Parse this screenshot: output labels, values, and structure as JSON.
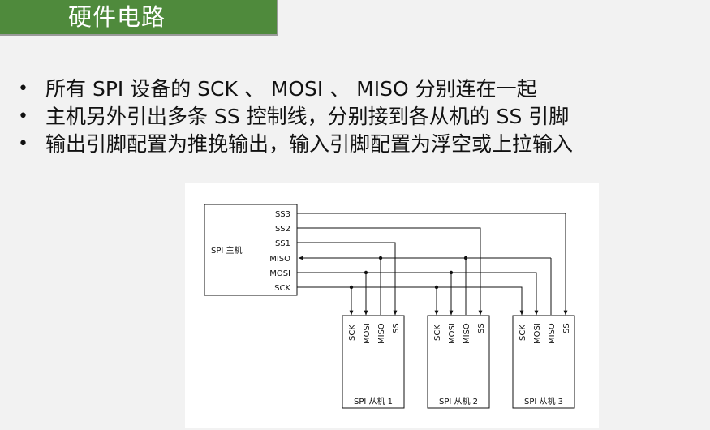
{
  "header": {
    "title": "硬件电路"
  },
  "bullets": [
    "所有 SPI 设备的 SCK 、 MOSI 、 MISO 分别连在一起",
    "主机另外引出多条 SS 控制线，分别接到各从机的 SS 引脚",
    "输出引脚配置为推挽输出，输入引脚配置为浮空或上拉输入"
  ],
  "diagram": {
    "master": {
      "label": "SPI 主机",
      "pins": [
        "SS3",
        "SS2",
        "SS1",
        "MISO",
        "MOSI",
        "SCK"
      ]
    },
    "slaves": [
      {
        "label": "SPI 从机 1",
        "pins": [
          "SCK",
          "MOSI",
          "MISO",
          "SS"
        ]
      },
      {
        "label": "SPI 从机 2",
        "pins": [
          "SCK",
          "MOSI",
          "MISO",
          "SS"
        ]
      },
      {
        "label": "SPI 从机 3",
        "pins": [
          "SCK",
          "MOSI",
          "MISO",
          "SS"
        ]
      }
    ]
  }
}
